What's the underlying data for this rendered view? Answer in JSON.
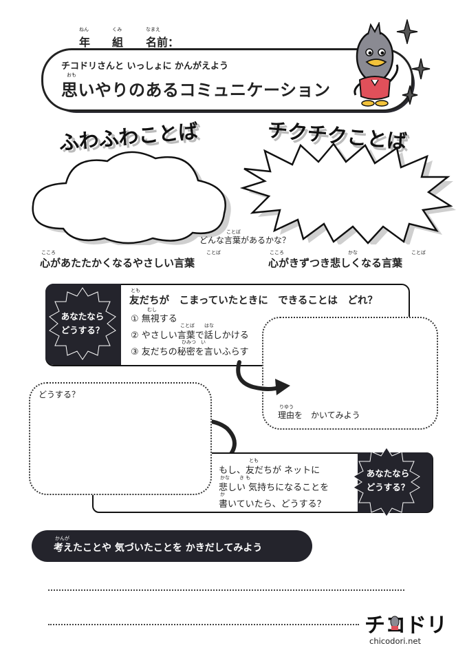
{
  "header": {
    "year_label": "年",
    "year_ruby": "ねん",
    "class_label": "組",
    "class_ruby": "くみ",
    "name_label": "名前：",
    "name_ruby": "なまえ"
  },
  "title": {
    "subtitle": "チコドリさんと いっしょに かんがえよう",
    "main": "思いやりのあるコミュニケーション",
    "main_ruby": "おも"
  },
  "words": {
    "fuwa_title": "ふわふわことば",
    "chiku_title": "チクチクことば",
    "question": "どんな言葉があるかな？",
    "question_ruby": "ことば",
    "fuwa_caption": "心があたたかくなるやさしい言葉",
    "fuwa_caption_ruby_kokoro": "こころ",
    "fuwa_caption_ruby_kotoba": "ことば",
    "chiku_caption": "心がきずつき悲しくなる言葉",
    "chiku_caption_ruby_kokoro": "こころ",
    "chiku_caption_ruby_kana": "かな",
    "chiku_caption_ruby_kotoba": "ことば"
  },
  "scenario1": {
    "badge": "あなたなら\nどうする？",
    "question": "友だちが　こまっていたときに　できることは　どれ？",
    "question_ruby": "とも",
    "options": [
      "① 無視する",
      "② やさしい言葉で話しかける",
      "③ 友だちの秘密を言いふらす"
    ],
    "option_rubies": [
      "むし",
      "ことば　　はな",
      "ひみつ　い"
    ],
    "reason_label": "理由を　かいてみよう",
    "reason_ruby": "りゆう"
  },
  "scenario2": {
    "answer_label": "どうする？",
    "text_lines": [
      "もし、友だちが ネットに",
      "悲しい 気持ちになることを",
      "書いていたら、どうする？"
    ],
    "text_rubies": [
      "とも",
      "かな　　き も",
      "か"
    ],
    "badge": "あなたなら\nどうする？"
  },
  "reflection": {
    "label": "考えたことや 気づいたことを かきだしてみよう",
    "label_ruby": "かんが"
  },
  "brand": {
    "logo": "チコドリ",
    "url": "chicodori.net"
  },
  "colors": {
    "dark": "#24242c",
    "shadow": "#cfcfcf",
    "mascot_body": "#8a8a92",
    "mascot_shirt": "#e0505a",
    "beak": "#f2c23a"
  }
}
